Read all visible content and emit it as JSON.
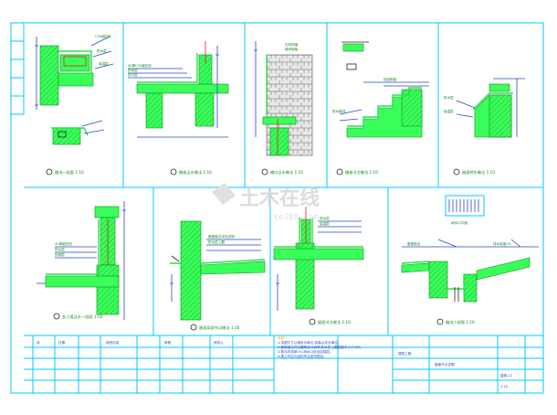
{
  "watermark": {
    "text": "土木在线",
    "subtext": "co188.com"
  },
  "details": [
    {
      "caption": "檐沟一剖面  1:10"
    },
    {
      "caption": "檐板泛水做法  1:10"
    },
    {
      "caption": "檐口泛水做法  1:10"
    },
    {
      "caption": "檐板节点做法  1:10"
    },
    {
      "caption": "屋面转折做法  1:10"
    },
    {
      "caption": "女儿墙泛水一剖面  1:10"
    },
    {
      "caption": "屋面局部节点做法  1:10"
    },
    {
      "caption": "屋面节点做法  1:10"
    },
    {
      "caption": "檐沟二剖面  1:10"
    }
  ],
  "notes": {
    "title": "说明:",
    "lines": [
      "1.本图尺寸以毫米为单位,标高以米为单位。",
      "2.屋面做法详见建筑设计说明,防水层上翻高度不小于250。",
      "3.檐沟内找坡1%,雨水口处设加强层。",
      "4.施工时应与结构专业密切配合。"
    ]
  },
  "title_block": {
    "headers": [
      "序",
      "日期",
      "修改内容",
      "审核",
      "修改人"
    ],
    "project": "建筑工程",
    "sheet_name": "屋面节点详图",
    "drawing_no": "建施-12",
    "scale": "1:10"
  },
  "colors": {
    "frame": "#00c8ff",
    "concrete": "#3aff5a",
    "annotation": "#2a46c8"
  }
}
